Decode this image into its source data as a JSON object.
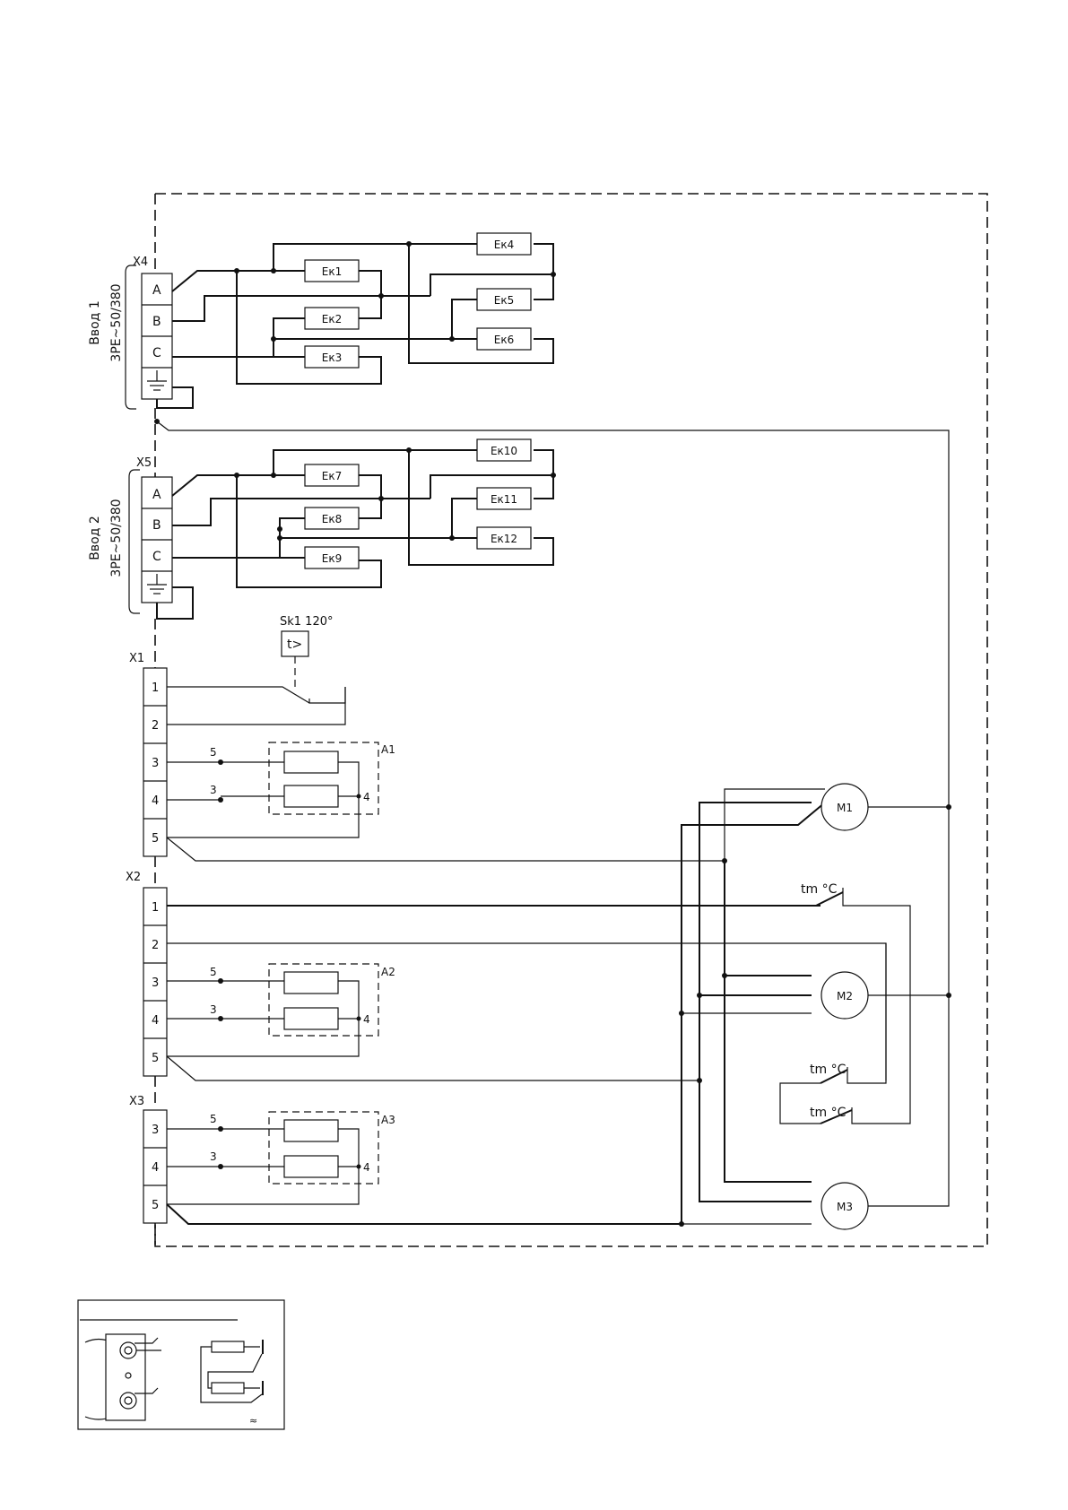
{
  "terminal_blocks": {
    "x4": {
      "label": "X4",
      "terminals": [
        "A",
        "B",
        "C"
      ]
    },
    "x5": {
      "label": "X5",
      "terminals": [
        "A",
        "B",
        "C"
      ]
    },
    "x1": {
      "label": "X1",
      "terminals": [
        "1",
        "2",
        "3",
        "4",
        "5"
      ]
    },
    "x2": {
      "label": "X2",
      "terminals": [
        "1",
        "2",
        "3",
        "4",
        "5"
      ]
    },
    "x3": {
      "label": "X3",
      "terminals": [
        "3",
        "4",
        "5"
      ]
    }
  },
  "inputs": {
    "input1": {
      "line1": "Ввод 1",
      "line2": "3PE~50/380"
    },
    "input2": {
      "line1": "Ввод 2",
      "line2": "3PE~50/380"
    }
  },
  "heaters": [
    "Ек1",
    "Ек2",
    "Ек3",
    "Ек4",
    "Ек5",
    "Ек6",
    "Ек7",
    "Ек8",
    "Ек9",
    "Ек10",
    "Ек11",
    "Ек12"
  ],
  "thermostat": {
    "label": "Sk1 120°",
    "symbol": "t>"
  },
  "modules": {
    "a1": {
      "label": "A1",
      "pins": [
        "5",
        "3",
        "4"
      ]
    },
    "a2": {
      "label": "A2",
      "pins": [
        "5",
        "3",
        "4"
      ]
    },
    "a3": {
      "label": "A3",
      "pins": [
        "5",
        "3",
        "4"
      ]
    }
  },
  "motors": [
    "M1",
    "M2",
    "M3"
  ],
  "thermal_switches": [
    "tm °C",
    "tm °C",
    "tm °C"
  ],
  "inset": {
    "symbol": "≈"
  }
}
